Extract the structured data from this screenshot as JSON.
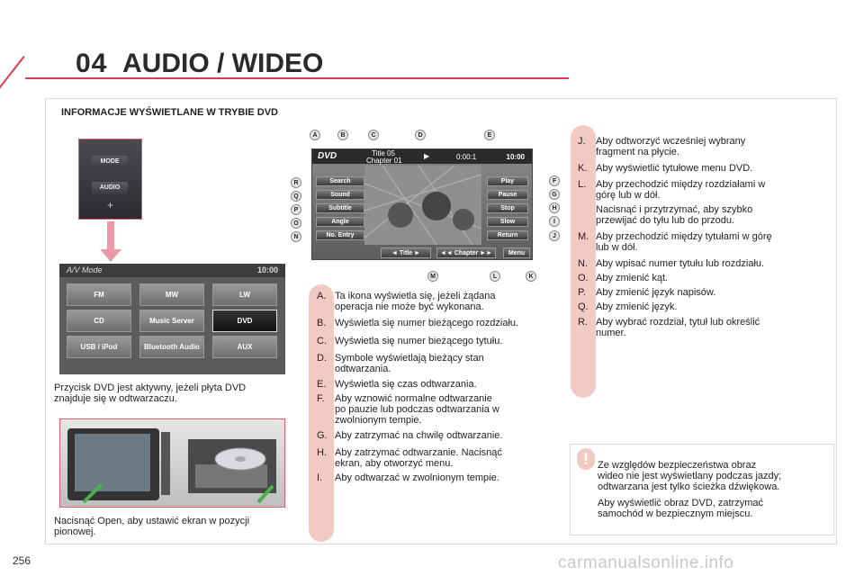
{
  "header": {
    "chapter": "04",
    "title": "AUDIO / WIDEO"
  },
  "section_title": "INFORMACJE WYŚWIETLANE W TRYBIE DVD",
  "page_number": "256",
  "watermark": "carmanualsonline.info",
  "mode_panel": {
    "mode": "MODE",
    "audio": "AUDIO",
    "plus": "+"
  },
  "av_mode": {
    "title": "A/V Mode",
    "clock": "10:00",
    "buttons": [
      "FM",
      "MW",
      "LW",
      "CD",
      "Music Server",
      "DVD",
      "USB / iPod",
      "Bluetooth Audio",
      "AUX"
    ],
    "selected": "DVD"
  },
  "caption1": [
    "Przycisk DVD jest aktywny, jeżeli płyta DVD",
    "znajduje się w odtwarzaczu."
  ],
  "caption2": [
    "Nacisnąć Open, aby ustawić ekran w pozycji",
    "pionowej."
  ],
  "dvd_screen": {
    "logo": "DVD",
    "title": "Title 05",
    "chapter": "Chapter 01",
    "time": "0:00:1",
    "clock": "10:00",
    "left_buttons": [
      "Search",
      "Sound",
      "Subtitle",
      "Angle",
      "No. Entry"
    ],
    "right_buttons": [
      "Play",
      "Pause",
      "Stop",
      "Slow",
      "Return"
    ],
    "bottom_buttons": [
      "◄ Title ►",
      "◄◄ Chapter ►►",
      "Menu"
    ],
    "callouts": {
      "top": [
        "A",
        "B",
        "C",
        "D",
        "E"
      ],
      "left": [
        "R",
        "Q",
        "P",
        "O",
        "N"
      ],
      "right": [
        "F",
        "G",
        "H",
        "I",
        "J"
      ],
      "bottom": [
        "M",
        "L",
        "K"
      ]
    }
  },
  "list_middle": [
    {
      "key": "A.",
      "lines": [
        "Ta ikona wyświetla się, jeżeli żądana",
        "operacja nie może być wykonana."
      ]
    },
    {
      "key": "B.",
      "lines": [
        "Wyświetla się numer bieżącego rozdziału."
      ]
    },
    {
      "key": "C.",
      "lines": [
        "Wyświetla się numer bieżącego tytułu."
      ]
    },
    {
      "key": "D.",
      "lines": [
        "Symbole wyświetlają bieżący stan",
        "odtwarzania."
      ]
    },
    {
      "key": "E.",
      "lines": [
        "Wyświetla się czas odtwarzania."
      ]
    },
    {
      "key": "F.",
      "lines": [
        "Aby wznowić normalne odtwarzanie",
        "po pauzie lub podczas odtwarzania w",
        "zwolnionym tempie."
      ]
    },
    {
      "key": "G.",
      "lines": [
        "Aby zatrzymać na chwilę odtwarzanie."
      ]
    },
    {
      "key": "H.",
      "lines": [
        "Aby zatrzymać odtwarzanie. Nacisnąć",
        "ekran, aby otworzyć menu."
      ]
    },
    {
      "key": "I.",
      "lines": [
        "Aby odtwarzać w zwolnionym tempie."
      ]
    }
  ],
  "list_right": [
    {
      "key": "J.",
      "lines": [
        "Aby odtworzyć wcześniej wybrany",
        "fragment na płycie."
      ]
    },
    {
      "key": "K.",
      "lines": [
        "Aby wyświetlić tytułowe menu DVD."
      ]
    },
    {
      "key": "L.",
      "lines": [
        "Aby przechodzić między rozdziałami w",
        "górę lub w dół."
      ]
    },
    {
      "key": "",
      "lines": [
        "Nacisnąć i przytrzymać, aby szybko",
        "przewijać do tyłu lub do przodu."
      ]
    },
    {
      "key": "M.",
      "lines": [
        "Aby przechodzić między tytułami w górę",
        "lub w dół."
      ]
    },
    {
      "key": "N.",
      "lines": [
        "Aby wpisać numer tytułu lub rozdziału."
      ]
    },
    {
      "key": "O.",
      "lines": [
        "Aby zmienić kąt."
      ]
    },
    {
      "key": "P.",
      "lines": [
        "Aby zmienić język napisów."
      ]
    },
    {
      "key": "Q.",
      "lines": [
        "Aby zmienić język."
      ]
    },
    {
      "key": "R.",
      "lines": [
        "Aby wybrać rozdział, tytuł lub określić",
        "numer."
      ]
    }
  ],
  "warning": {
    "icon": "!",
    "para1": [
      "Ze względów bezpieczeństwa obraz",
      "wideo nie jest wyświetlany podczas jazdy;",
      "odtwarzana jest tylko ścieżka dźwiękowa."
    ],
    "para2": [
      "Aby wyświetlić obraz DVD, zatrzymać",
      "samochód w bezpiecznym miejscu."
    ]
  },
  "colors": {
    "accent": "#e23a4a",
    "label_bar": "#f2c9c3"
  }
}
